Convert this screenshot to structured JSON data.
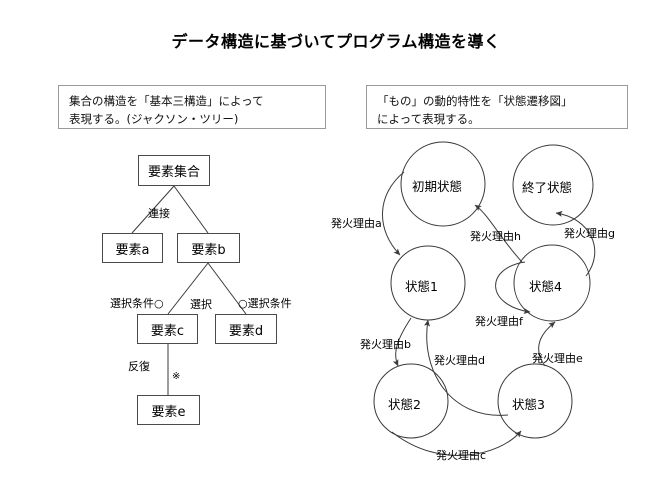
{
  "page": {
    "title": "データ構造に基づいてプログラム構造を導く"
  },
  "callouts": {
    "left": {
      "line1": "集合の構造を「基本三構造」によって",
      "line2": "表現する。(ジャクソン・ツリー)"
    },
    "right": {
      "line1": "「もの」の動的特性を「状態遷移図」",
      "line2": "によって表現する。"
    }
  },
  "tree": {
    "nodes": [
      {
        "id": "root",
        "label": "要素集合"
      },
      {
        "id": "a",
        "label": "要素a"
      },
      {
        "id": "b",
        "label": "要素b"
      },
      {
        "id": "c",
        "label": "要素c"
      },
      {
        "id": "d",
        "label": "要素d"
      },
      {
        "id": "e",
        "label": "要素e"
      }
    ],
    "labels": {
      "connect": "連接",
      "select": "選択",
      "select_cond_left": "選択条件○",
      "select_cond_right": "○選択条件",
      "repeat": "反復",
      "repeat_mark": "※"
    }
  },
  "statechart": {
    "states": [
      {
        "id": "init",
        "label": "初期状態"
      },
      {
        "id": "end",
        "label": "終了状態"
      },
      {
        "id": "s1",
        "label": "状態1"
      },
      {
        "id": "s4",
        "label": "状態4"
      },
      {
        "id": "s2",
        "label": "状態2"
      },
      {
        "id": "s3",
        "label": "状態3"
      }
    ],
    "transitions": [
      {
        "id": "a",
        "label": "発火理由a",
        "from": "init",
        "to": "s1"
      },
      {
        "id": "b",
        "label": "発火理由b",
        "from": "s1",
        "to": "s2"
      },
      {
        "id": "c",
        "label": "発火理由c",
        "from": "s2",
        "to": "s3"
      },
      {
        "id": "d",
        "label": "発火理由d",
        "from": "s3",
        "to": "s1"
      },
      {
        "id": "e",
        "label": "発火理由e",
        "from": "s3",
        "to": "s4"
      },
      {
        "id": "f",
        "label": "発火理由f",
        "from": "s4",
        "to": "s4"
      },
      {
        "id": "g",
        "label": "発火理由g",
        "from": "s4",
        "to": "end"
      },
      {
        "id": "h",
        "label": "発火理由h",
        "from": "s4",
        "to": "init"
      }
    ]
  },
  "colors": {
    "background": "#ffffff",
    "text": "#111111",
    "stroke": "#3a3a3a",
    "callout_border": "#9a9a9a"
  }
}
